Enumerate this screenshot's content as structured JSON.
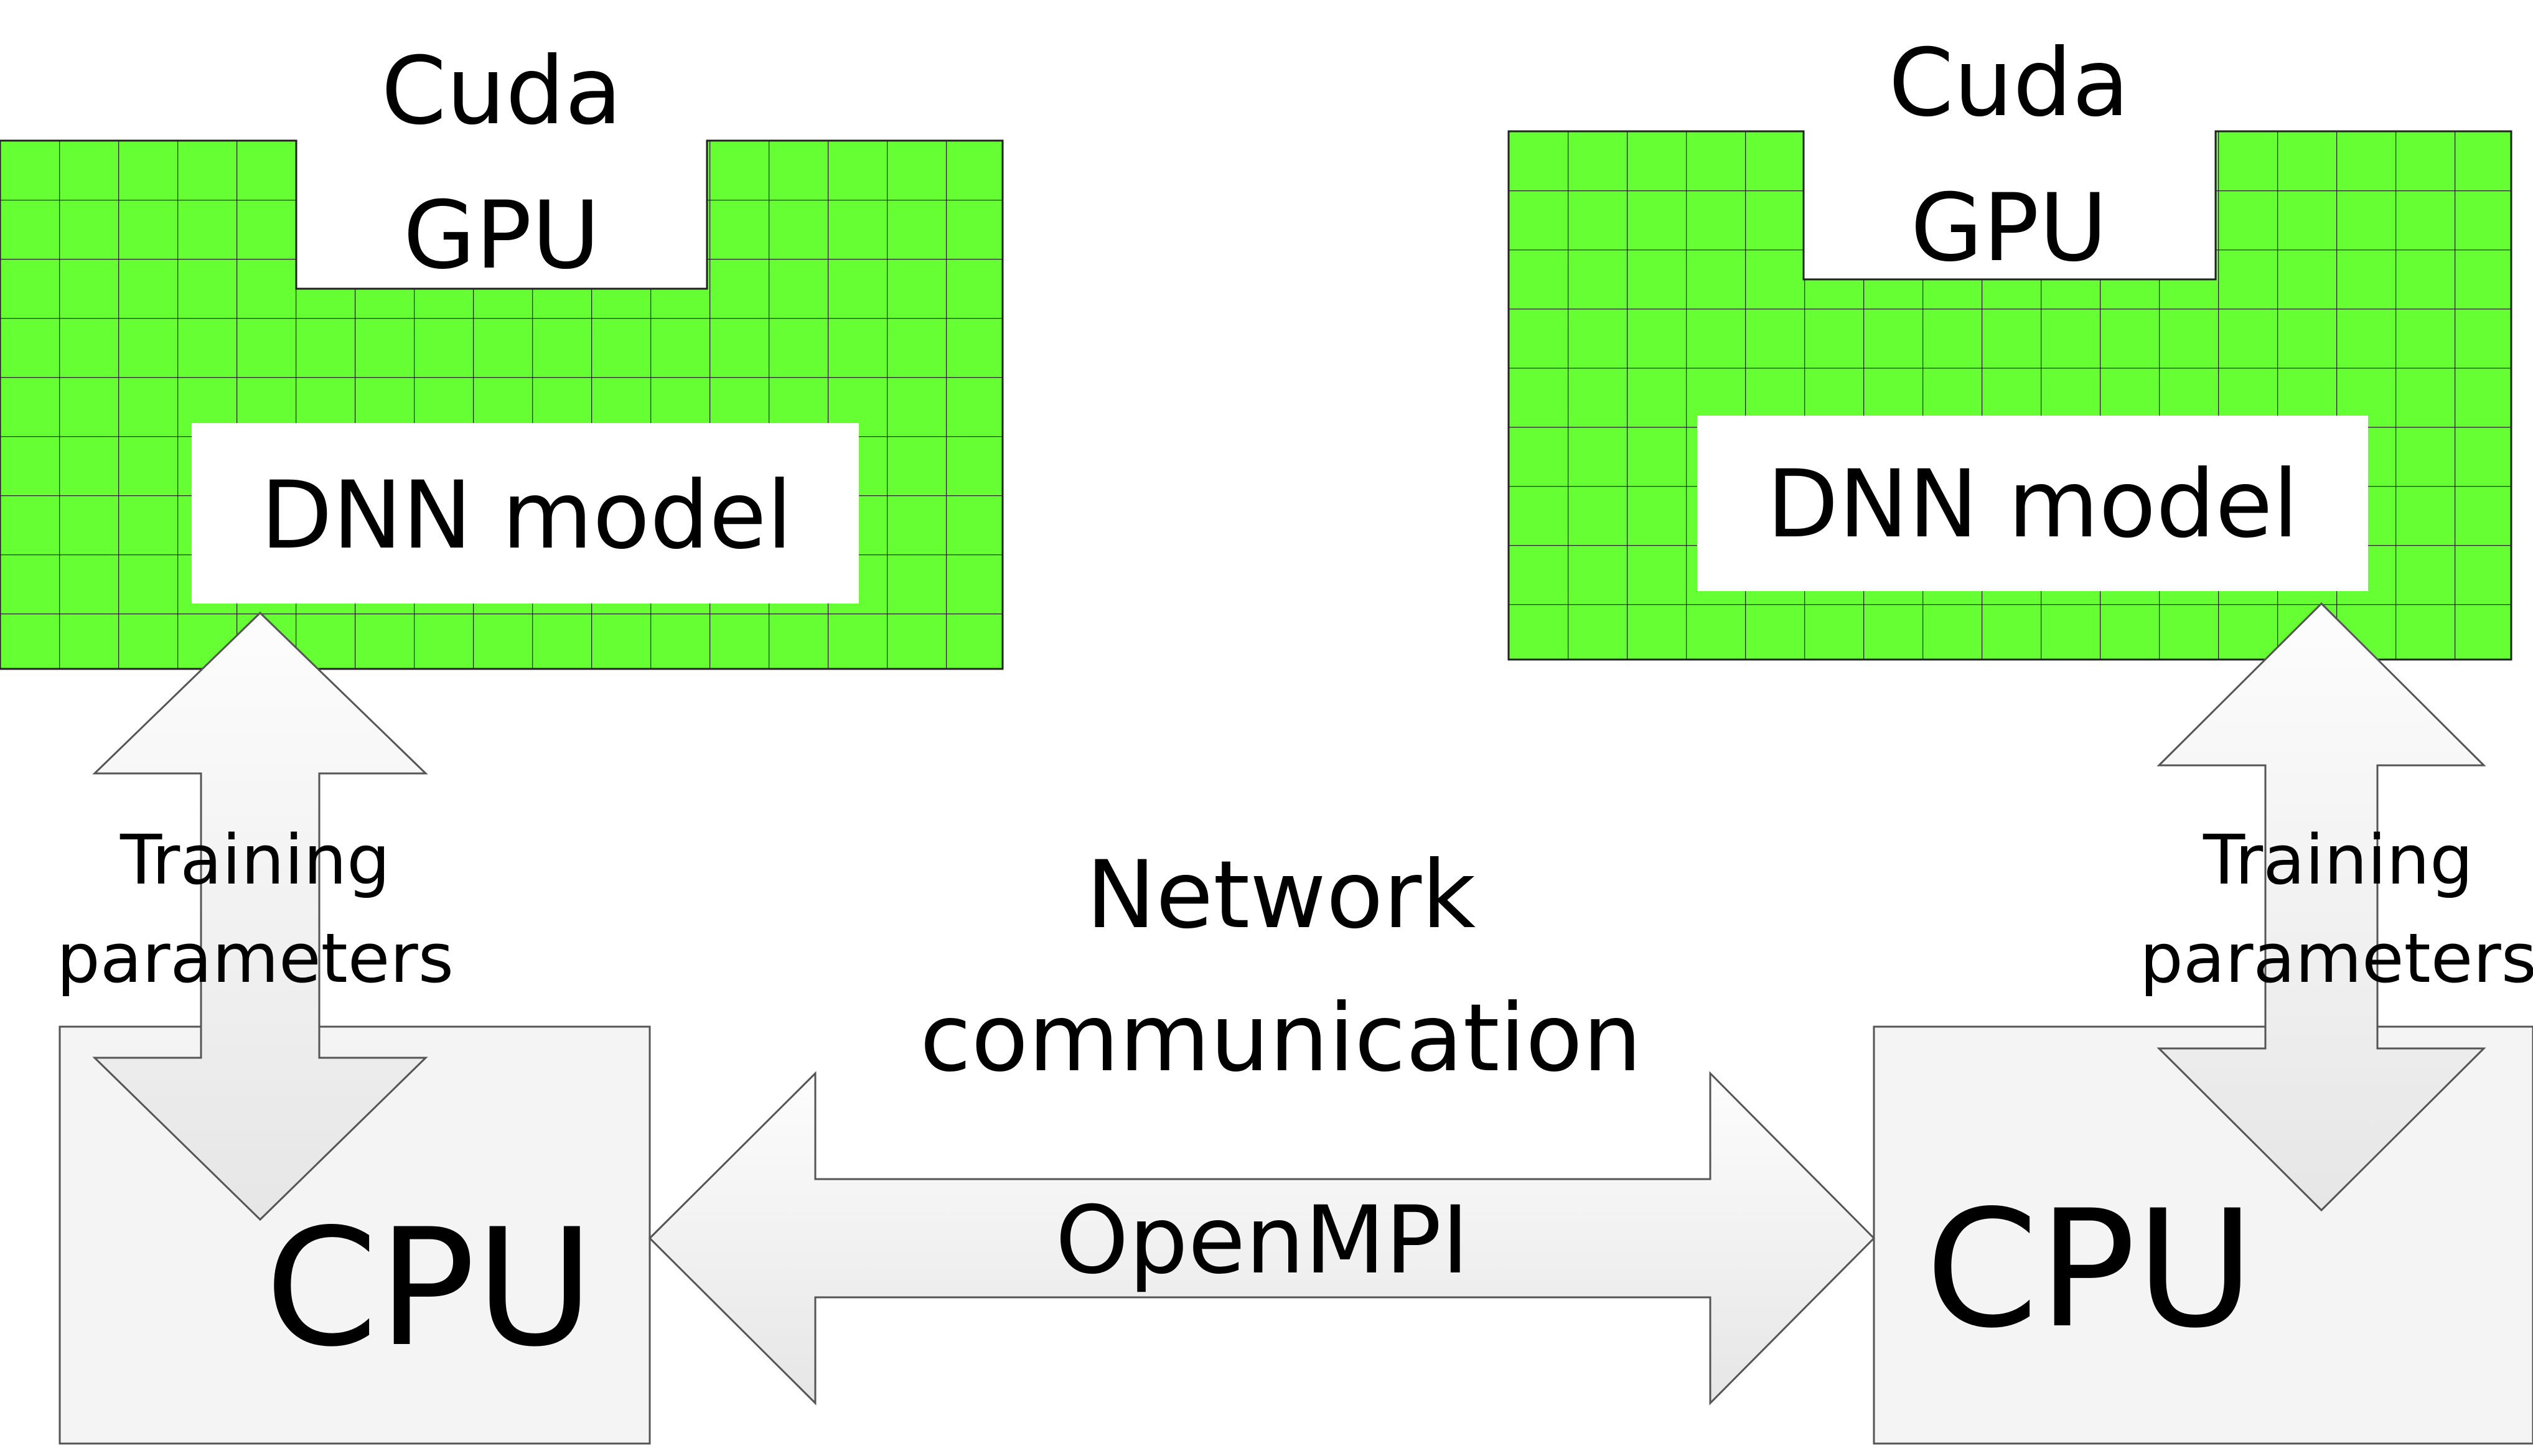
{
  "colors": {
    "gpu_fill": "#66ff33",
    "grid_line": "#222222",
    "box_fill": "#ffffff",
    "cpu_fill": "#f4f4f4",
    "arrow_fill": "#f2f2f2",
    "stroke": "#555555",
    "text": "#000000"
  },
  "left_node": {
    "gpu_label_line1": "Cuda",
    "gpu_label_line2": "GPU",
    "model_label": "DNN model",
    "cpu_label": "CPU",
    "link_label_line1": "Training",
    "link_label_line2": "parameters"
  },
  "right_node": {
    "gpu_label_line1": "Cuda",
    "gpu_label_line2": "GPU",
    "model_label": "DNN model",
    "cpu_label": "CPU",
    "link_label_line1": "Training",
    "link_label_line2": "parameters"
  },
  "network": {
    "label_line1": "Network",
    "label_line2": "communication",
    "protocol_label": "OpenMPI"
  }
}
